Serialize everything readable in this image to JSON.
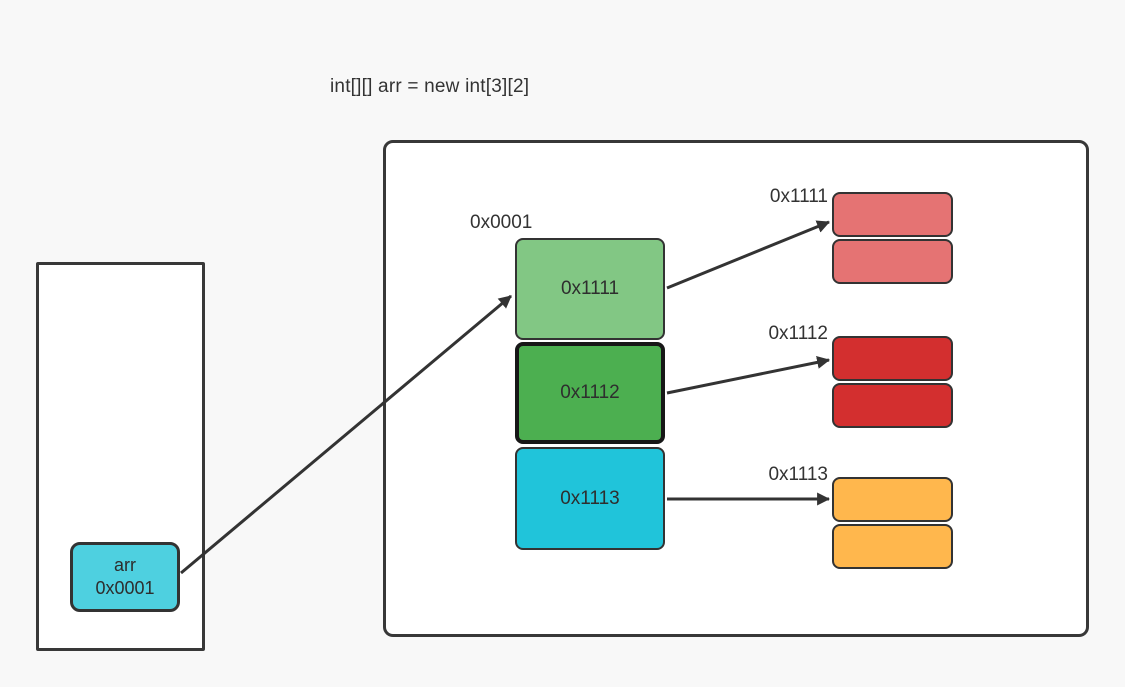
{
  "title": "int[][] arr = new int[3][2]",
  "stack": {
    "frame": {
      "variable_name": "arr",
      "address": "0x0001"
    }
  },
  "heap": {
    "outer_array_label": "0x0001",
    "outer_array_cells": [
      {
        "label": "0x1111"
      },
      {
        "label": "0x1112"
      },
      {
        "label": "0x1113"
      }
    ],
    "inner_arrays": [
      {
        "label": "0x1111",
        "slot_count": 2
      },
      {
        "label": "0x1112",
        "slot_count": 2
      },
      {
        "label": "0x1113",
        "slot_count": 2
      }
    ]
  },
  "colors": {
    "page_background": "#f8f8f8",
    "container_fill": "#ffffff",
    "border": "#333333",
    "var_box_cyan": "#4ed0e0",
    "cell_green_light": "#82c784",
    "cell_green_dark": "#4caf50",
    "cell_cyan": "#20c4da",
    "slot_red_light": "#e57373",
    "slot_red": "#d32f2f",
    "slot_orange": "#ffb74d",
    "arrow": "#333333"
  }
}
